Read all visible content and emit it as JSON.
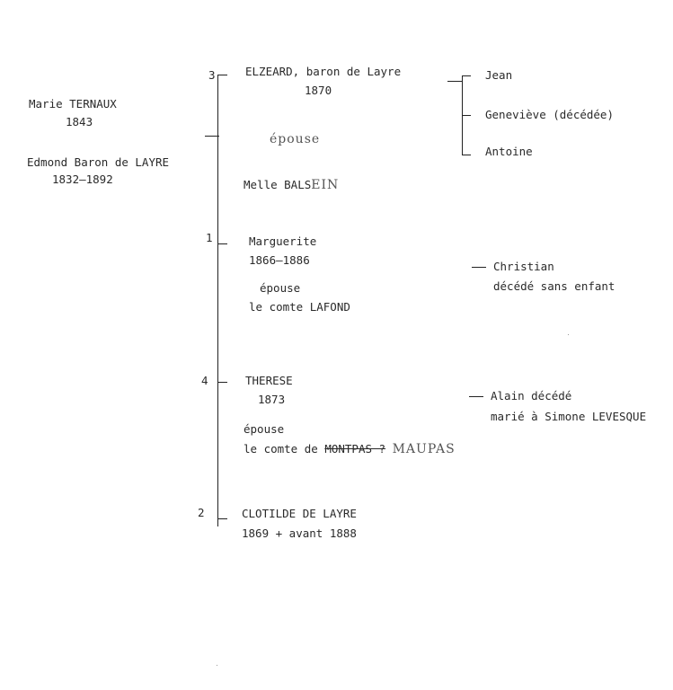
{
  "parents": {
    "mother_name": "Marie TERNAUX",
    "mother_year": "1843",
    "father_name": "Edmond Baron de LAYRE",
    "father_years": "1832–1892"
  },
  "children": [
    {
      "order": "3",
      "name": "ELZEARD, baron de Layre",
      "year": "1870",
      "spouse_label": "épouse",
      "spouse_prefix": "Melle BALS",
      "spouse_hand": "EIN",
      "descendants": [
        "Jean",
        "Geneviève (décédée)",
        "Antoine"
      ]
    },
    {
      "order": "1",
      "name": "Marguerite",
      "year": "1866–1886",
      "spouse_label": "épouse",
      "spouse_name": "le comte LAFOND",
      "descendants": [
        "Christian",
        "décédé sans enfant"
      ]
    },
    {
      "order": "4",
      "name": "THERESE",
      "year": "1873",
      "spouse_label": "épouse",
      "spouse_prefix": "le comte de",
      "spouse_struck": "MONTPAS ?",
      "spouse_hand": "MAUPAS",
      "descendants": [
        "Alain décédé",
        "marié à Simone LEVESQUE"
      ]
    },
    {
      "order": "2",
      "name": "CLOTILDE DE LAYRE",
      "year": "1869 + avant 1888"
    }
  ]
}
